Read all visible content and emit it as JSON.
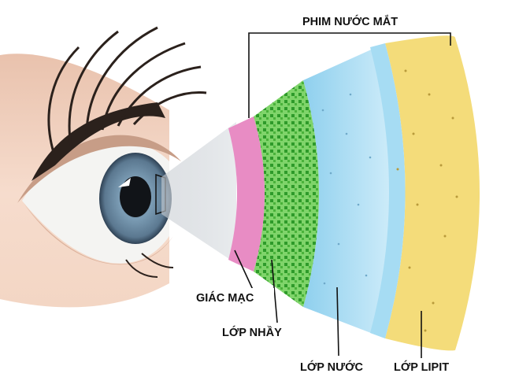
{
  "labels": {
    "tear_film": "PHIM NƯỚC MẮT",
    "cornea": "GIÁC MẠC",
    "mucus_layer": "LỚP NHẦY",
    "aqueous_layer": "LỚP NƯỚC",
    "lipid_layer": "LỚP LIPIT"
  },
  "colors": {
    "cornea": "#e88cc4",
    "mucus": "#5cbf48",
    "aqueous": "#b9e3f7",
    "lipid": "#f4dc7a",
    "iris": "#6f8fa6",
    "skin": "#f2d2bf"
  }
}
